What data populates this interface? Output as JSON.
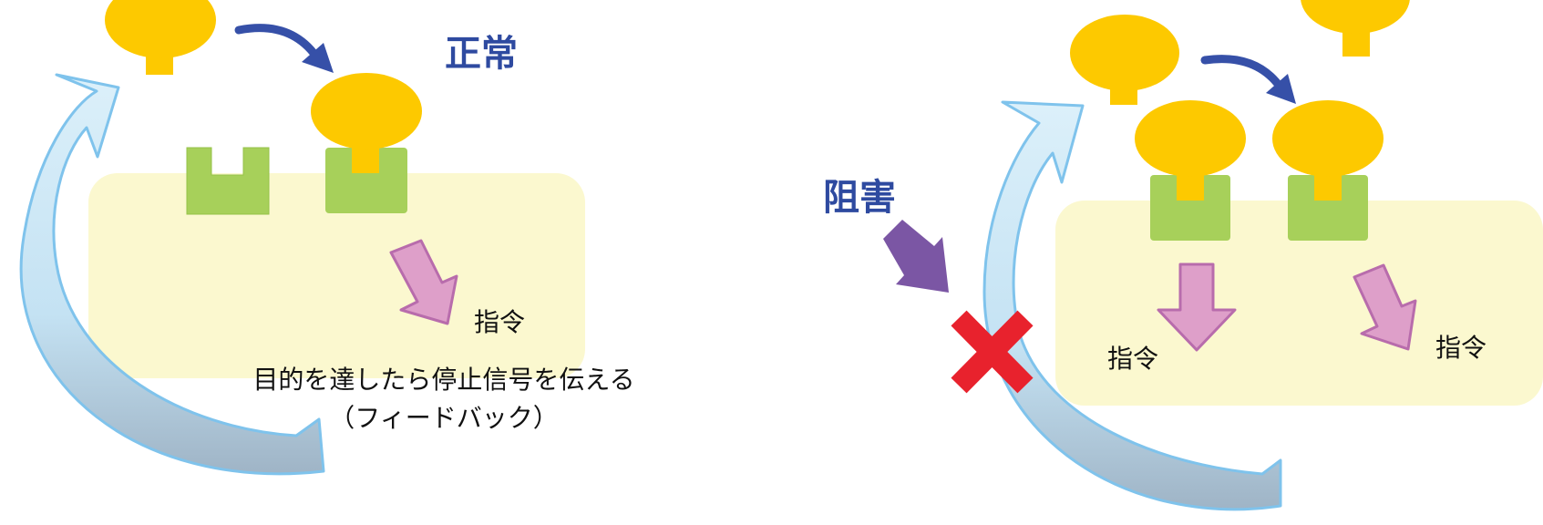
{
  "normal": {
    "title": "正常",
    "command_label": "指令",
    "feedback_line1": "目的を達したら停止信号を伝える",
    "feedback_line2": "（フィードバック）"
  },
  "blocked": {
    "title": "阻害",
    "command_label_left": "指令",
    "command_label_right": "指令"
  },
  "colors": {
    "title": "#2e4aa0",
    "ligand": "#fdc900",
    "receptor": "#a7d05a",
    "cell": "#fbf8cf",
    "feedback_arrow_light": "#d3ebf7",
    "feedback_arrow_dark": "#a5b9c8",
    "feedback_arrow_outline": "#7fc3ec",
    "binding_arrow": "#3650a8",
    "command_arrow": "#de9fc9",
    "command_arrow_outline": "#b86cac",
    "inhibitor_arrow": "#7b56a4",
    "block_mark": "#e8222d"
  }
}
